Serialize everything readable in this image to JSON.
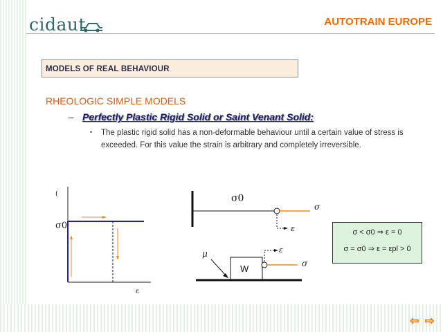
{
  "header": {
    "logo_text": "cidaut",
    "brand": "AUTOTRAIN EUROPE"
  },
  "section": {
    "title": "MODELS OF REAL BEHAVIOUR"
  },
  "content": {
    "subtitle": "RHEOLOGIC SIMPLE MODELS",
    "dash": "–",
    "item_title": "Perfectly Plastic Rigid Solid or Saint Venant Solid:",
    "bullet": "•",
    "description": "The plastic rigid solid has a non-deformable behaviour until a certain value of stress is exceeded. For this value the strain is arbitrary and completely irreversible."
  },
  "graph": {
    "y_axis_label": "(",
    "sigma0_label": "σ0",
    "x_axis_label": "ε"
  },
  "model": {
    "sigma0_label": "σ0",
    "sigma_label": "σ",
    "epsilon_label": "ε",
    "mu_label": "μ",
    "weight_label": "W",
    "sigma_label_2": "σ",
    "epsilon_label_2": "ε"
  },
  "equations": {
    "line1": "σ < σ0 ⇒ ε = 0",
    "line2": "σ = σ0 ⇒ ε = εpl > 0"
  },
  "nav": {
    "prev": "⇦",
    "next": "⇨"
  },
  "colors": {
    "accent": "#ee6a00",
    "stress_line": "#2020a0",
    "curve_orange": "#f08a1c"
  }
}
